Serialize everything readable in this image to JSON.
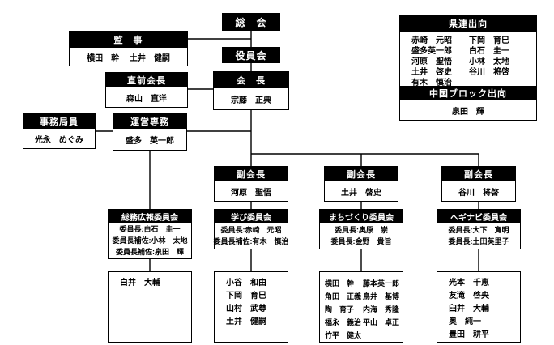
{
  "colors": {
    "box_fill": "#000000",
    "box_text": "#ffffff",
    "border": "#000000",
    "background": "#ffffff"
  },
  "nodes": {
    "general_assembly": {
      "title": "総　会"
    },
    "board": {
      "title": "役員会"
    },
    "auditors": {
      "title": "監　事",
      "members": "横田　幹　 土井　健嗣"
    },
    "past_president": {
      "title": "直前会長",
      "name": "森山　直洋"
    },
    "president": {
      "title": "会　長",
      "name": "宗藤　正典"
    },
    "secretariat": {
      "title": "事務局員",
      "name": "光永　めぐみ"
    },
    "executive_director": {
      "title": "運営専務",
      "name": "盛多　英一郎"
    },
    "prefectural_secondment": {
      "title": "県連出向",
      "rows": [
        [
          "赤崎　元昭",
          "下岡　育巳"
        ],
        [
          "盛多英一郎",
          "白石　圭一"
        ],
        [
          "河原　聖悟",
          "小林　太地"
        ],
        [
          "土井　啓史",
          "谷川　将啓"
        ],
        [
          "有木　慎治",
          ""
        ]
      ]
    },
    "chugoku_block": {
      "title": "中国ブロック出向",
      "name": "泉田　輝"
    },
    "vice_presidents": [
      {
        "title": "副会長",
        "name": "河原　聖悟"
      },
      {
        "title": "副会長",
        "name": "土井　啓史"
      },
      {
        "title": "副会長",
        "name": "谷川　将啓"
      }
    ],
    "committees": [
      {
        "title": "総務広報委員会",
        "officers": [
          {
            "role": "委員長:",
            "name": "白石　圭一"
          },
          {
            "role": "委員長補佐:",
            "name": "小林　太地"
          },
          {
            "role": "委員長補佐:",
            "name": "泉田　輝"
          }
        ],
        "members": [
          "白井　大輔"
        ]
      },
      {
        "title": "学び委員会",
        "officers": [
          {
            "role": "委員長:",
            "name": "赤崎　元昭"
          },
          {
            "role": "委員長補佐:",
            "name": "有木　慎治"
          }
        ],
        "members": [
          "小谷　和由",
          "下岡　育巳",
          "山村　武尊",
          "土井　健嗣"
        ]
      },
      {
        "title": "まちづくり委員会",
        "officers": [
          {
            "role": "委員長:",
            "name": "奥原　崇"
          },
          {
            "role": "委員長:",
            "name": "金野　貴旨"
          }
        ],
        "members_left": [
          "横田　幹",
          "角田　正義",
          "陶　育子",
          "福永　義治",
          "竹平　健太"
        ],
        "members_right": [
          "藤本英一郎",
          "鳥井　基博",
          "内海　秀隆",
          "平山　卓正"
        ]
      },
      {
        "title": "ヘギナビ委員会",
        "officers": [
          {
            "role": "委員長:",
            "name": "大下　寛明"
          },
          {
            "role": "委員長:",
            "name": "土田英里子"
          }
        ],
        "members": [
          "光本　千恵",
          "友滝　啓央",
          "臼井　大輔",
          "奥　純一",
          "豊田　耕平"
        ]
      }
    ]
  }
}
